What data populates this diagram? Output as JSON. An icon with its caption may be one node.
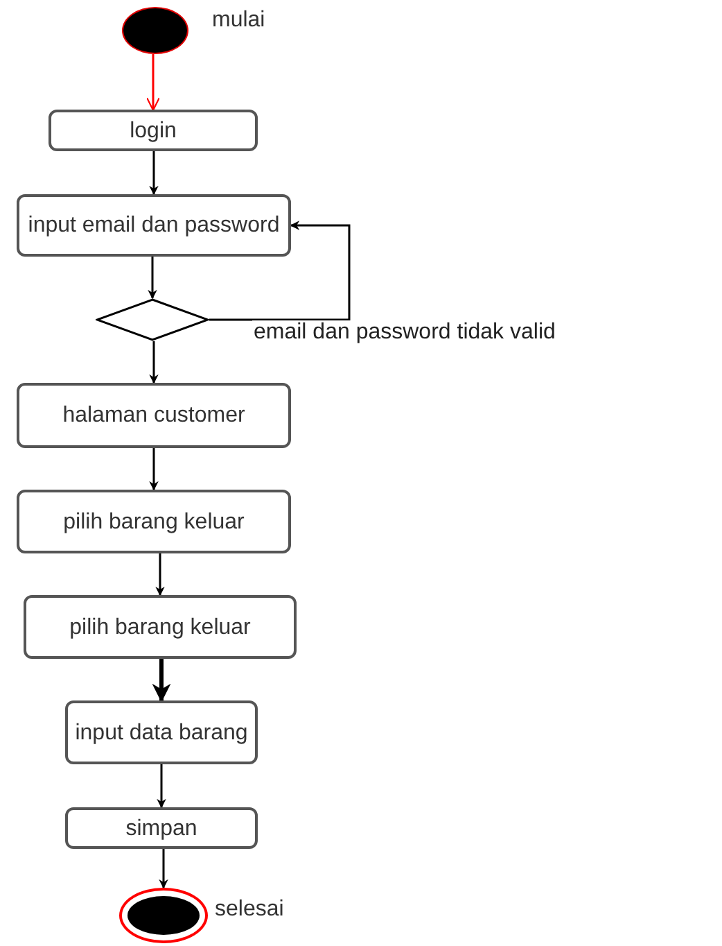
{
  "diagram": {
    "nodes": [
      {
        "text": [],
        "shape": "circle",
        "beside": [
          "mulai"
        ]
      },
      {
        "text": [
          "login"
        ]
      },
      {
        "text": [
          "input email dan password"
        ]
      },
      {
        "text": [],
        "shape": "diamond"
      },
      {
        "text": [
          "halaman customer"
        ]
      },
      {
        "text": [
          "pilih barang keluar"
        ]
      },
      {
        "text": [
          "pilih barang keluar"
        ]
      },
      {
        "text": [
          "input data barang"
        ]
      },
      {
        "text": [
          "simpan"
        ]
      },
      {
        "text": [],
        "shape": "bullseye",
        "beside": [
          "selesai"
        ]
      }
    ],
    "edges": [
      {
        "from": 0,
        "to": 1,
        "arrow": "to",
        "color": "#ff0000"
      },
      {
        "from": 1,
        "to": 2,
        "arrow": "to"
      },
      {
        "from": 2,
        "to": 3,
        "arrow": "to"
      },
      {
        "from": 3,
        "to": 2,
        "arrow": "to",
        "label": "email dan password tidak valid"
      },
      {
        "from": 3,
        "to": 4,
        "arrow": "to"
      },
      {
        "from": 4,
        "to": 5,
        "arrow": "to"
      },
      {
        "from": 5,
        "to": 6,
        "arrow": "to"
      },
      {
        "from": 6,
        "to": 7,
        "arrow": "to",
        "style": "thick"
      },
      {
        "from": 7,
        "to": 8,
        "arrow": "to"
      },
      {
        "from": 8,
        "to": 9,
        "arrow": "to"
      }
    ]
  }
}
